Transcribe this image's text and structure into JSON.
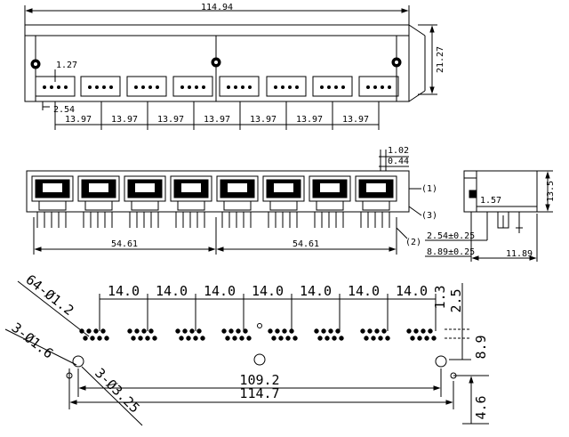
{
  "top_view": {
    "overall_width": "114.94",
    "height": "21.27",
    "pin_offset": "1.27",
    "pin_pitch": "2.54",
    "port_pitches": [
      "13.97",
      "13.97",
      "13.97",
      "13.97",
      "13.97",
      "13.97",
      "13.97"
    ]
  },
  "front_view": {
    "dim_top_a": "1.02",
    "dim_top_b": "0.44",
    "half_widths": [
      "54.61",
      "54.61"
    ],
    "callouts": [
      "(1)",
      "(2)",
      "(3)"
    ]
  },
  "side_view": {
    "height": "13.5",
    "small": "1.57",
    "dim_a": "2.54±0.25",
    "dim_b": "8.89±0.25",
    "depth": "11.89"
  },
  "pcb_layout": {
    "pitches": [
      "14.0",
      "14.0",
      "14.0",
      "14.0",
      "14.0",
      "14.0",
      "14.0"
    ],
    "hole_spec_pins": "64-Ø1.2",
    "hole_spec_small": "3-Ø1.6",
    "hole_spec_large": "3-Ø3.25",
    "inner_width": "109.2",
    "overall_width": "114.7",
    "dim_right_a": "1.3",
    "dim_right_b": "2.5",
    "dim_right_c": "8.9",
    "dim_right_d": "4.6"
  }
}
